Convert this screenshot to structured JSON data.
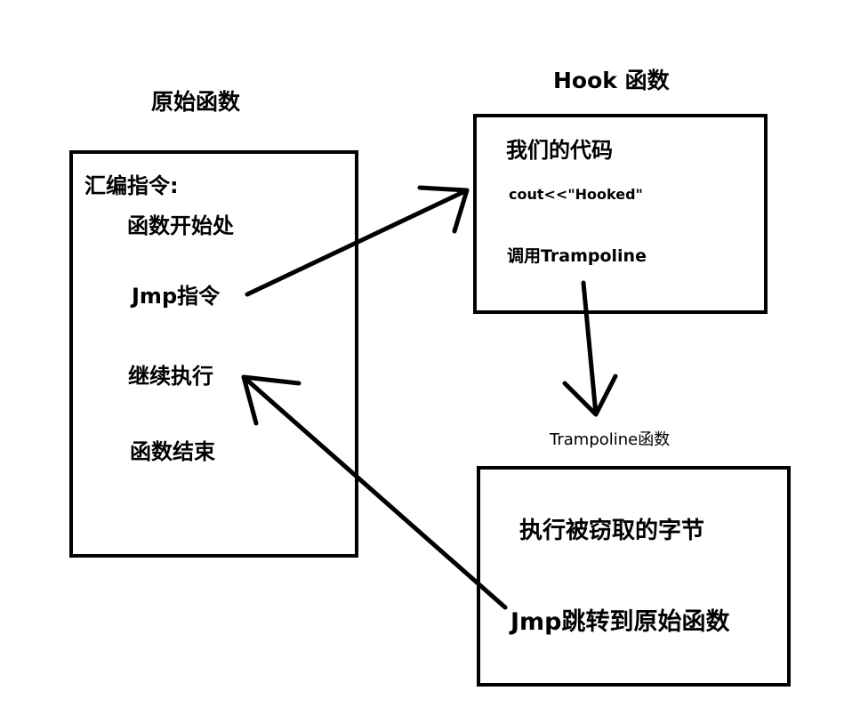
{
  "original_function": {
    "title": "原始函数",
    "asm_label": "汇编指令:",
    "lines": [
      "函数开始处",
      "Jmp指令",
      "继续执行",
      "函数结束"
    ]
  },
  "hook_function": {
    "title": "Hook 函数",
    "header": "我们的代码",
    "code": "cout<<\"Hooked\"",
    "call": "调用Trampoline"
  },
  "trampoline_function": {
    "title": "Trampoline函数",
    "lines": [
      "执行被窃取的字节",
      "Jmp跳转到原始函数"
    ]
  },
  "colors": {
    "stroke": "#000000",
    "background": "#ffffff"
  }
}
